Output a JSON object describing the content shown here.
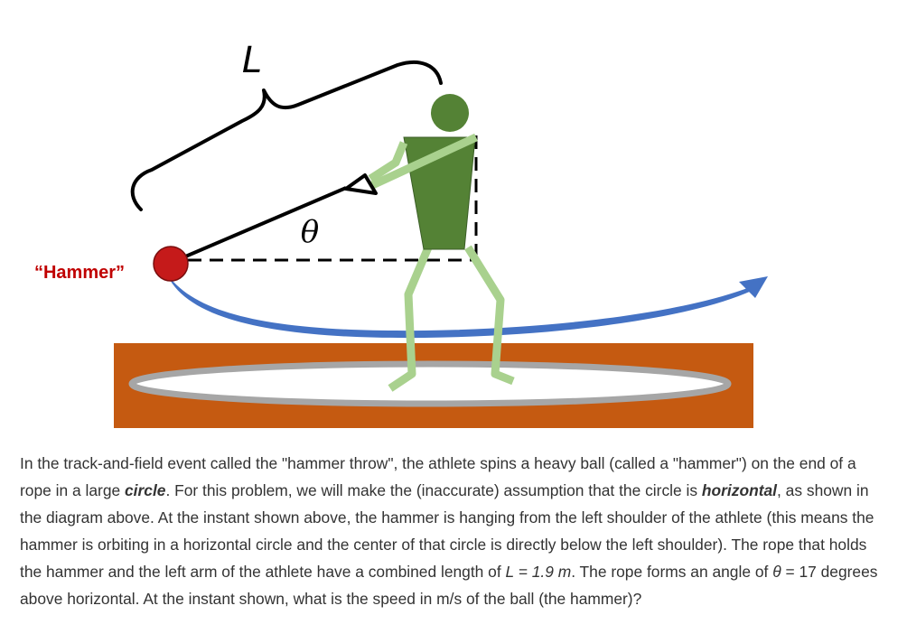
{
  "diagram": {
    "length_label": "L",
    "hammer_label": "“Hammer”",
    "angle_label": "θ",
    "colors": {
      "ball": "#c51a1a",
      "rope": "#000000",
      "athlete_head_torso": "#548235",
      "athlete_limbs": "#a9d18e",
      "orbit_arrow": "#4472c4",
      "ground": "#c55a11",
      "ring_fill": "#ffffff",
      "ring_stroke": "#a6a6a6",
      "hammer_label": "#c00000"
    }
  },
  "problem": {
    "segments": [
      {
        "text": "In the track-and-field event called the \"hammer throw\", the athlete spins a heavy ball (called a \"hammer\") on the end of a rope in a large ",
        "style": "normal"
      },
      {
        "text": "circle",
        "style": "bold-italic"
      },
      {
        "text": ".  For this problem, we will make the (inaccurate) assumption that the circle is ",
        "style": "normal"
      },
      {
        "text": "horizontal",
        "style": "bold-italic"
      },
      {
        "text": ", as shown in the diagram above.  At the instant shown above, the hammer is hanging from the left shoulder of the athlete (this means the hammer is orbiting in a horizontal circle and the center of that circle is directly below the left shoulder). The rope that holds the hammer and the left arm of the athlete have a combined length of ",
        "style": "normal"
      },
      {
        "text": "L = 1.9 m",
        "style": "italic"
      },
      {
        "text": ".  The rope forms an angle of ",
        "style": "normal"
      },
      {
        "text": "θ",
        "style": "italic"
      },
      {
        "text": " = 17 degrees above horizontal.  At the instant shown, what is the speed in m/s of the ball (the hammer)?",
        "style": "normal"
      }
    ]
  }
}
